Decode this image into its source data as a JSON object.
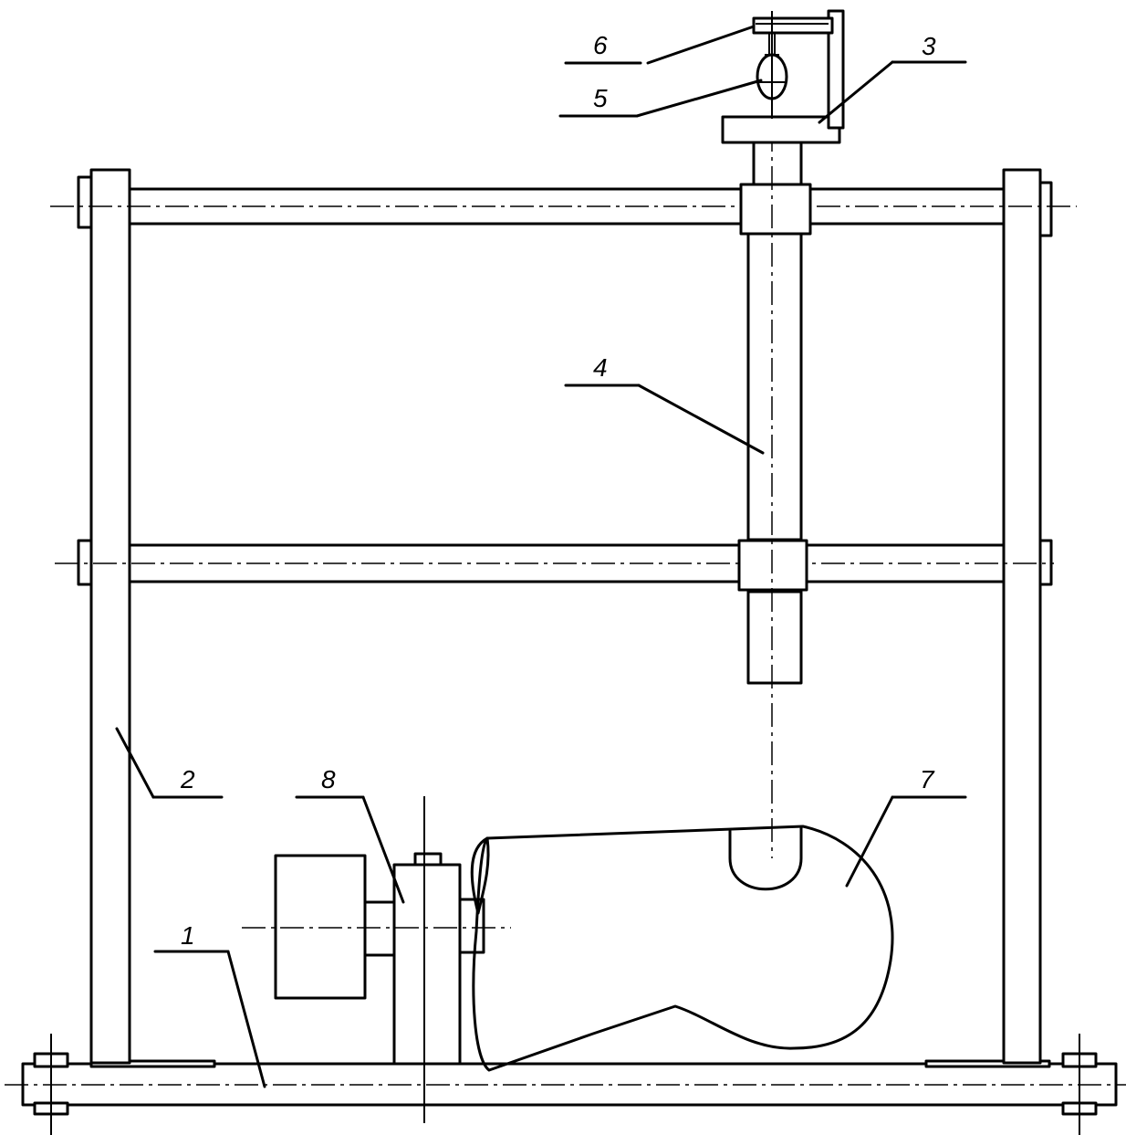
{
  "labels": [
    {
      "id": "1",
      "text": "1"
    },
    {
      "id": "2",
      "text": "2"
    },
    {
      "id": "3",
      "text": "3"
    },
    {
      "id": "4",
      "text": "4"
    },
    {
      "id": "5",
      "text": "5"
    },
    {
      "id": "6",
      "text": "6"
    },
    {
      "id": "7",
      "text": "7"
    },
    {
      "id": "8",
      "text": "8"
    }
  ],
  "colors": {
    "line": "#000000",
    "background": "#ffffff"
  }
}
